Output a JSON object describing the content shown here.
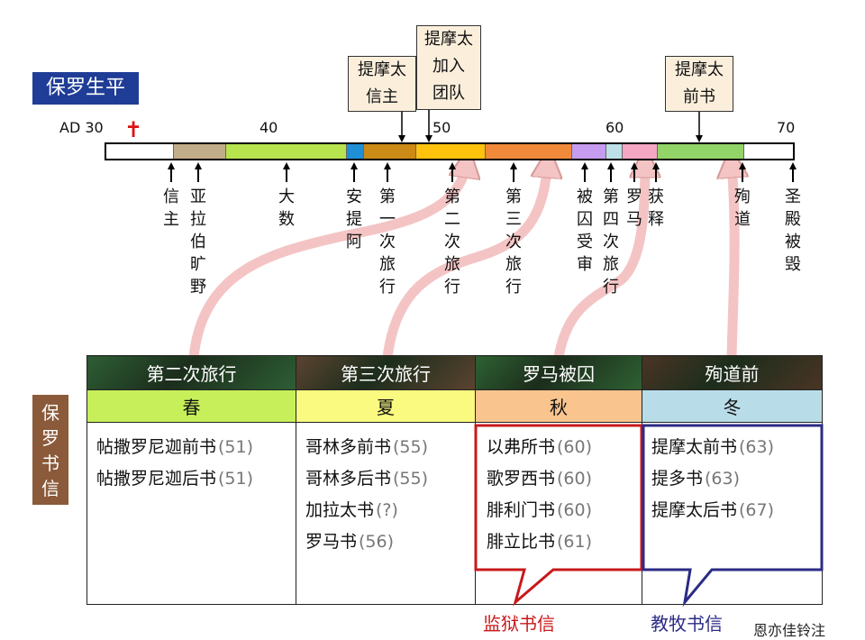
{
  "title": "保罗生平",
  "callouts": {
    "c1": [
      "提摩太",
      "信主"
    ],
    "c2": [
      "提摩太",
      "加入",
      "团队"
    ],
    "c3": [
      "提摩太",
      "前书"
    ]
  },
  "timeline": {
    "ticks": [
      "AD 30",
      "40",
      "50",
      "60",
      "70"
    ],
    "cross": "✝",
    "segment_colors": [
      "#ffffff",
      "#c2ad8a",
      "#b7e34f",
      "#1f8fd6",
      "#cc8a16",
      "#ffc30d",
      "#f08a3a",
      "#c69cf0",
      "#bde0e6",
      "#f4a6c2",
      "#92d468",
      "#ffffff"
    ],
    "events": [
      {
        "label": "信主"
      },
      {
        "label": "亚拉伯旷野"
      },
      {
        "label": "大数"
      },
      {
        "label": "安提阿"
      },
      {
        "label": "第一次旅行"
      },
      {
        "label": "第二次旅行"
      },
      {
        "label": "第三次旅行"
      },
      {
        "label": "被囚受审"
      },
      {
        "label": "第四次旅行"
      },
      {
        "label": "罗马"
      },
      {
        "label": "获释"
      },
      {
        "label": "殉道"
      },
      {
        "label": "圣殿被毁"
      }
    ]
  },
  "side_label": "保罗书信",
  "columns": [
    {
      "header": "第二次旅行",
      "header_color": "#2d5e34",
      "season": "春",
      "season_color": "#c6ef5a",
      "books": [
        {
          "name": "帖撒罗尼迦前书",
          "year": "(51)"
        },
        {
          "name": "帖撒罗尼迦后书",
          "year": "(51)"
        }
      ]
    },
    {
      "header": "第三次旅行",
      "header_color": "#5b4330",
      "season": "夏",
      "season_color": "#fafa80",
      "books": [
        {
          "name": "哥林多前书",
          "year": "(55)"
        },
        {
          "name": "哥林多后书",
          "year": "(55)"
        },
        {
          "name": "加拉太书",
          "year": "(?)"
        },
        {
          "name": "罗马书",
          "year": "(56)"
        }
      ]
    },
    {
      "header": "罗马被囚",
      "header_color": "#2e6232",
      "season": "秋",
      "season_color": "#f9c48e",
      "books": [
        {
          "name": "以弗所书",
          "year": "(60)"
        },
        {
          "name": "歌罗西书",
          "year": "(60)"
        },
        {
          "name": "腓利门书",
          "year": "(60)"
        },
        {
          "name": "腓立比书",
          "year": "(61)"
        }
      ]
    },
    {
      "header": "殉道前",
      "header_color": "#4a3424",
      "season": "冬",
      "season_color": "#b9dde8",
      "books": [
        {
          "name": "提摩太前书",
          "year": "(63)"
        },
        {
          "name": "提多书",
          "year": "(63)"
        },
        {
          "name": "提摩太后书",
          "year": "(67)"
        }
      ]
    }
  ],
  "groups": {
    "prison": {
      "label": "监狱书信",
      "color": "#c8191b"
    },
    "pastoral": {
      "label": "教牧书信",
      "color": "#2b2b86"
    }
  },
  "corner_text": "恩亦佳铃注"
}
